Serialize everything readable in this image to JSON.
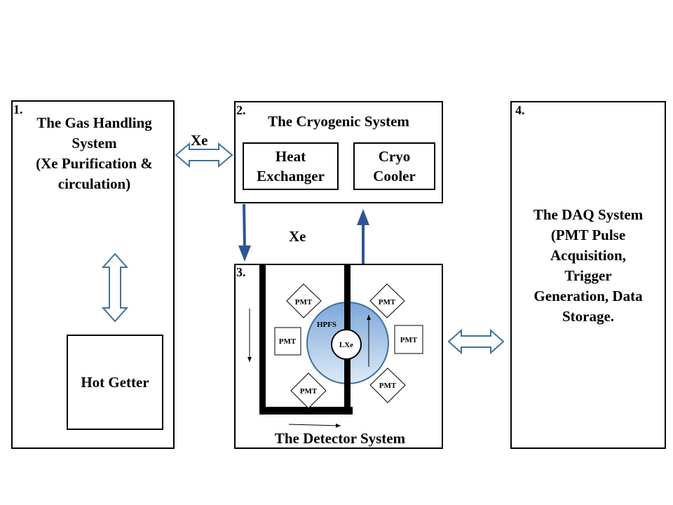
{
  "gas": {
    "number": "1.",
    "title_lines": [
      "The Gas Handling",
      "System",
      "(Xe Purification  &",
      "circulation)"
    ],
    "getter": "Hot Getter"
  },
  "cryo": {
    "number": "2.",
    "title": "The Cryogenic System",
    "heat_exchanger": [
      "Heat",
      "Exchanger"
    ],
    "cryo_cooler": [
      "Cryo",
      "Cooler"
    ]
  },
  "detector": {
    "number": "3.",
    "title": "The Detector System",
    "pmt_label": "PMT",
    "hpfs": "HPFS",
    "lxe": "LXe"
  },
  "daq": {
    "number": "4.",
    "title_lines": [
      "The DAQ System",
      "(PMT Pulse",
      "Acquisition,",
      "Trigger",
      "Generation, Data",
      "Storage."
    ]
  },
  "flows": {
    "xe_top": "Xe",
    "xe_middle": "Xe"
  },
  "colors": {
    "arrow_blue": "#2f5597",
    "outline_blue": "#41719c",
    "sphere_light": "#deebf7",
    "sphere_dark": "#7ba7d9"
  }
}
